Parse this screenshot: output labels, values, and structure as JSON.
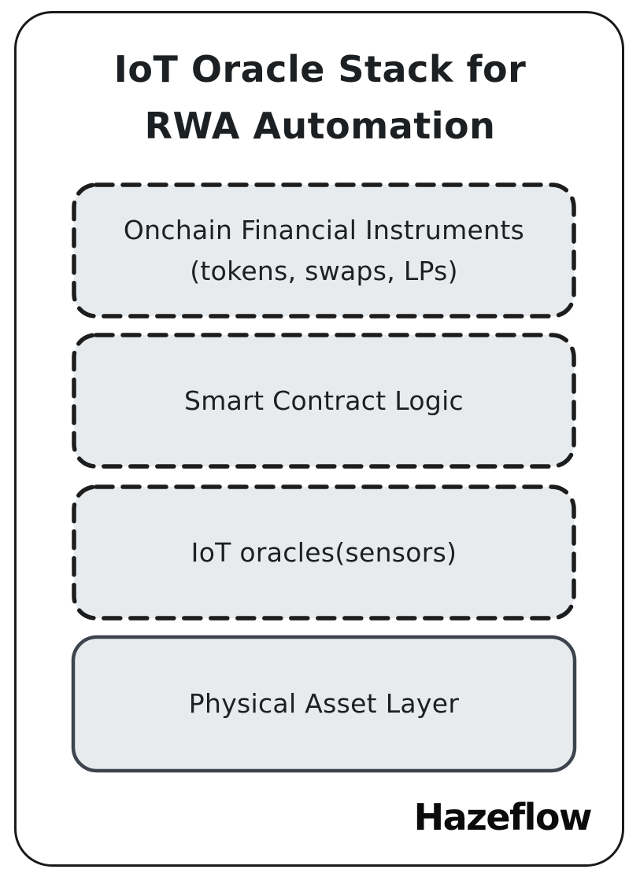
{
  "title": {
    "line1": "IoT Oracle Stack for",
    "line2": "RWA Automation"
  },
  "layers": [
    {
      "lines": [
        "Onchain Financial Instruments",
        "(tokens, swaps, LPs)"
      ],
      "border_style": "dashed"
    },
    {
      "lines": [
        "Smart Contract Logic"
      ],
      "border_style": "dashed"
    },
    {
      "lines": [
        "IoT oracles(sensors)"
      ],
      "border_style": "dashed"
    },
    {
      "lines": [
        "Physical Asset Layer"
      ],
      "border_style": "solid"
    }
  ],
  "brand": {
    "wordmark": "Hazeflow"
  },
  "colors": {
    "background": "#ffffff",
    "frame_border": "#1a1a1a",
    "box_fill": "#e8ebee",
    "dashed_border": "#1d1d1d",
    "solid_border": "#3d444d",
    "text": "#1d2023"
  }
}
